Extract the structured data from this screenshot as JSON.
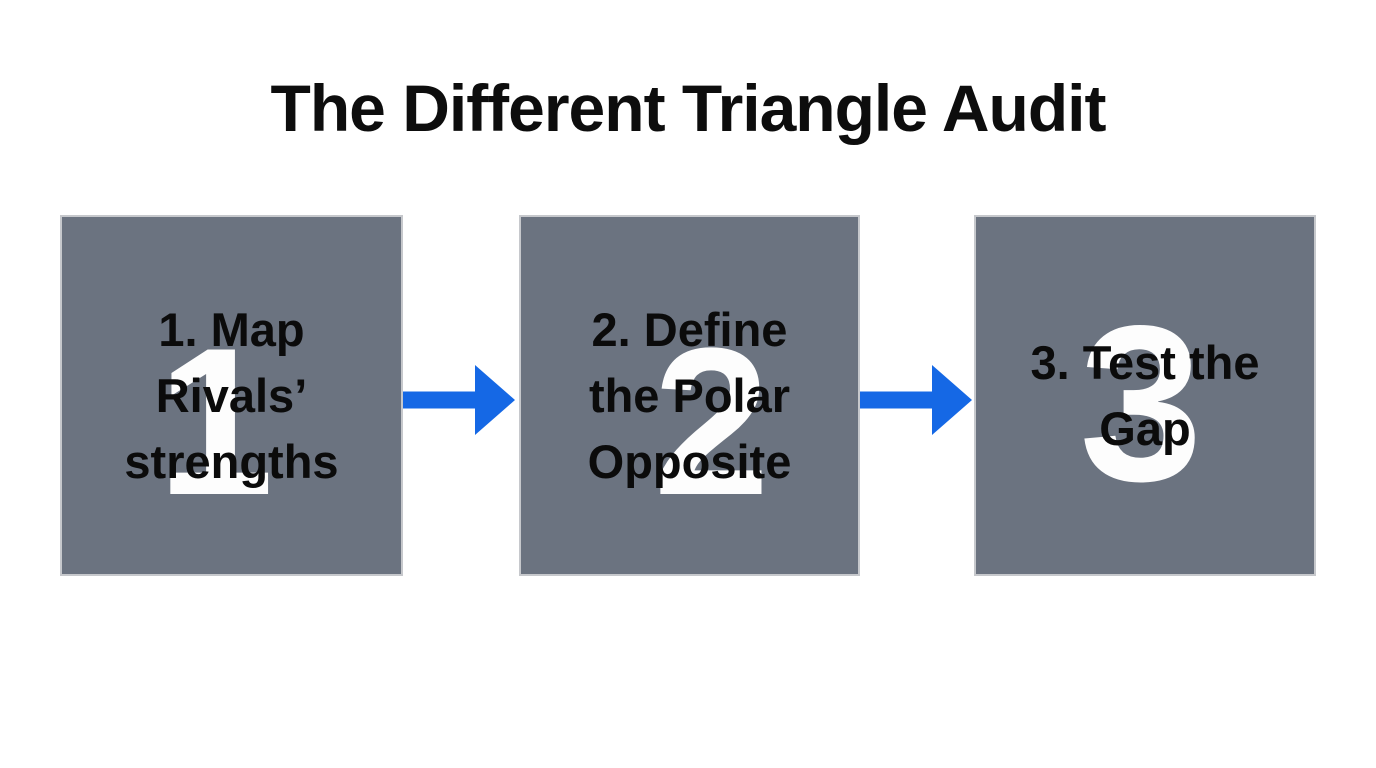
{
  "title": "The Different Triangle Audit",
  "colors": {
    "background": "#ffffff",
    "title_text": "#0d0d0d",
    "box_fill": "#6b7380",
    "box_border": "#c6c8cc",
    "step_text": "#0b0b0b",
    "step_number": "#fdfdfd",
    "arrow": "#1568e5"
  },
  "steps": [
    {
      "number": "1",
      "lines": [
        "1. Map",
        "Rivals’",
        "strengths"
      ]
    },
    {
      "number": "2",
      "lines": [
        "2. Define",
        "the Polar",
        "Opposite"
      ]
    },
    {
      "number": "3",
      "lines": [
        "3. Test the",
        "Gap"
      ]
    }
  ],
  "connectors": [
    {
      "icon": "right-arrow-icon"
    },
    {
      "icon": "right-arrow-icon"
    }
  ]
}
